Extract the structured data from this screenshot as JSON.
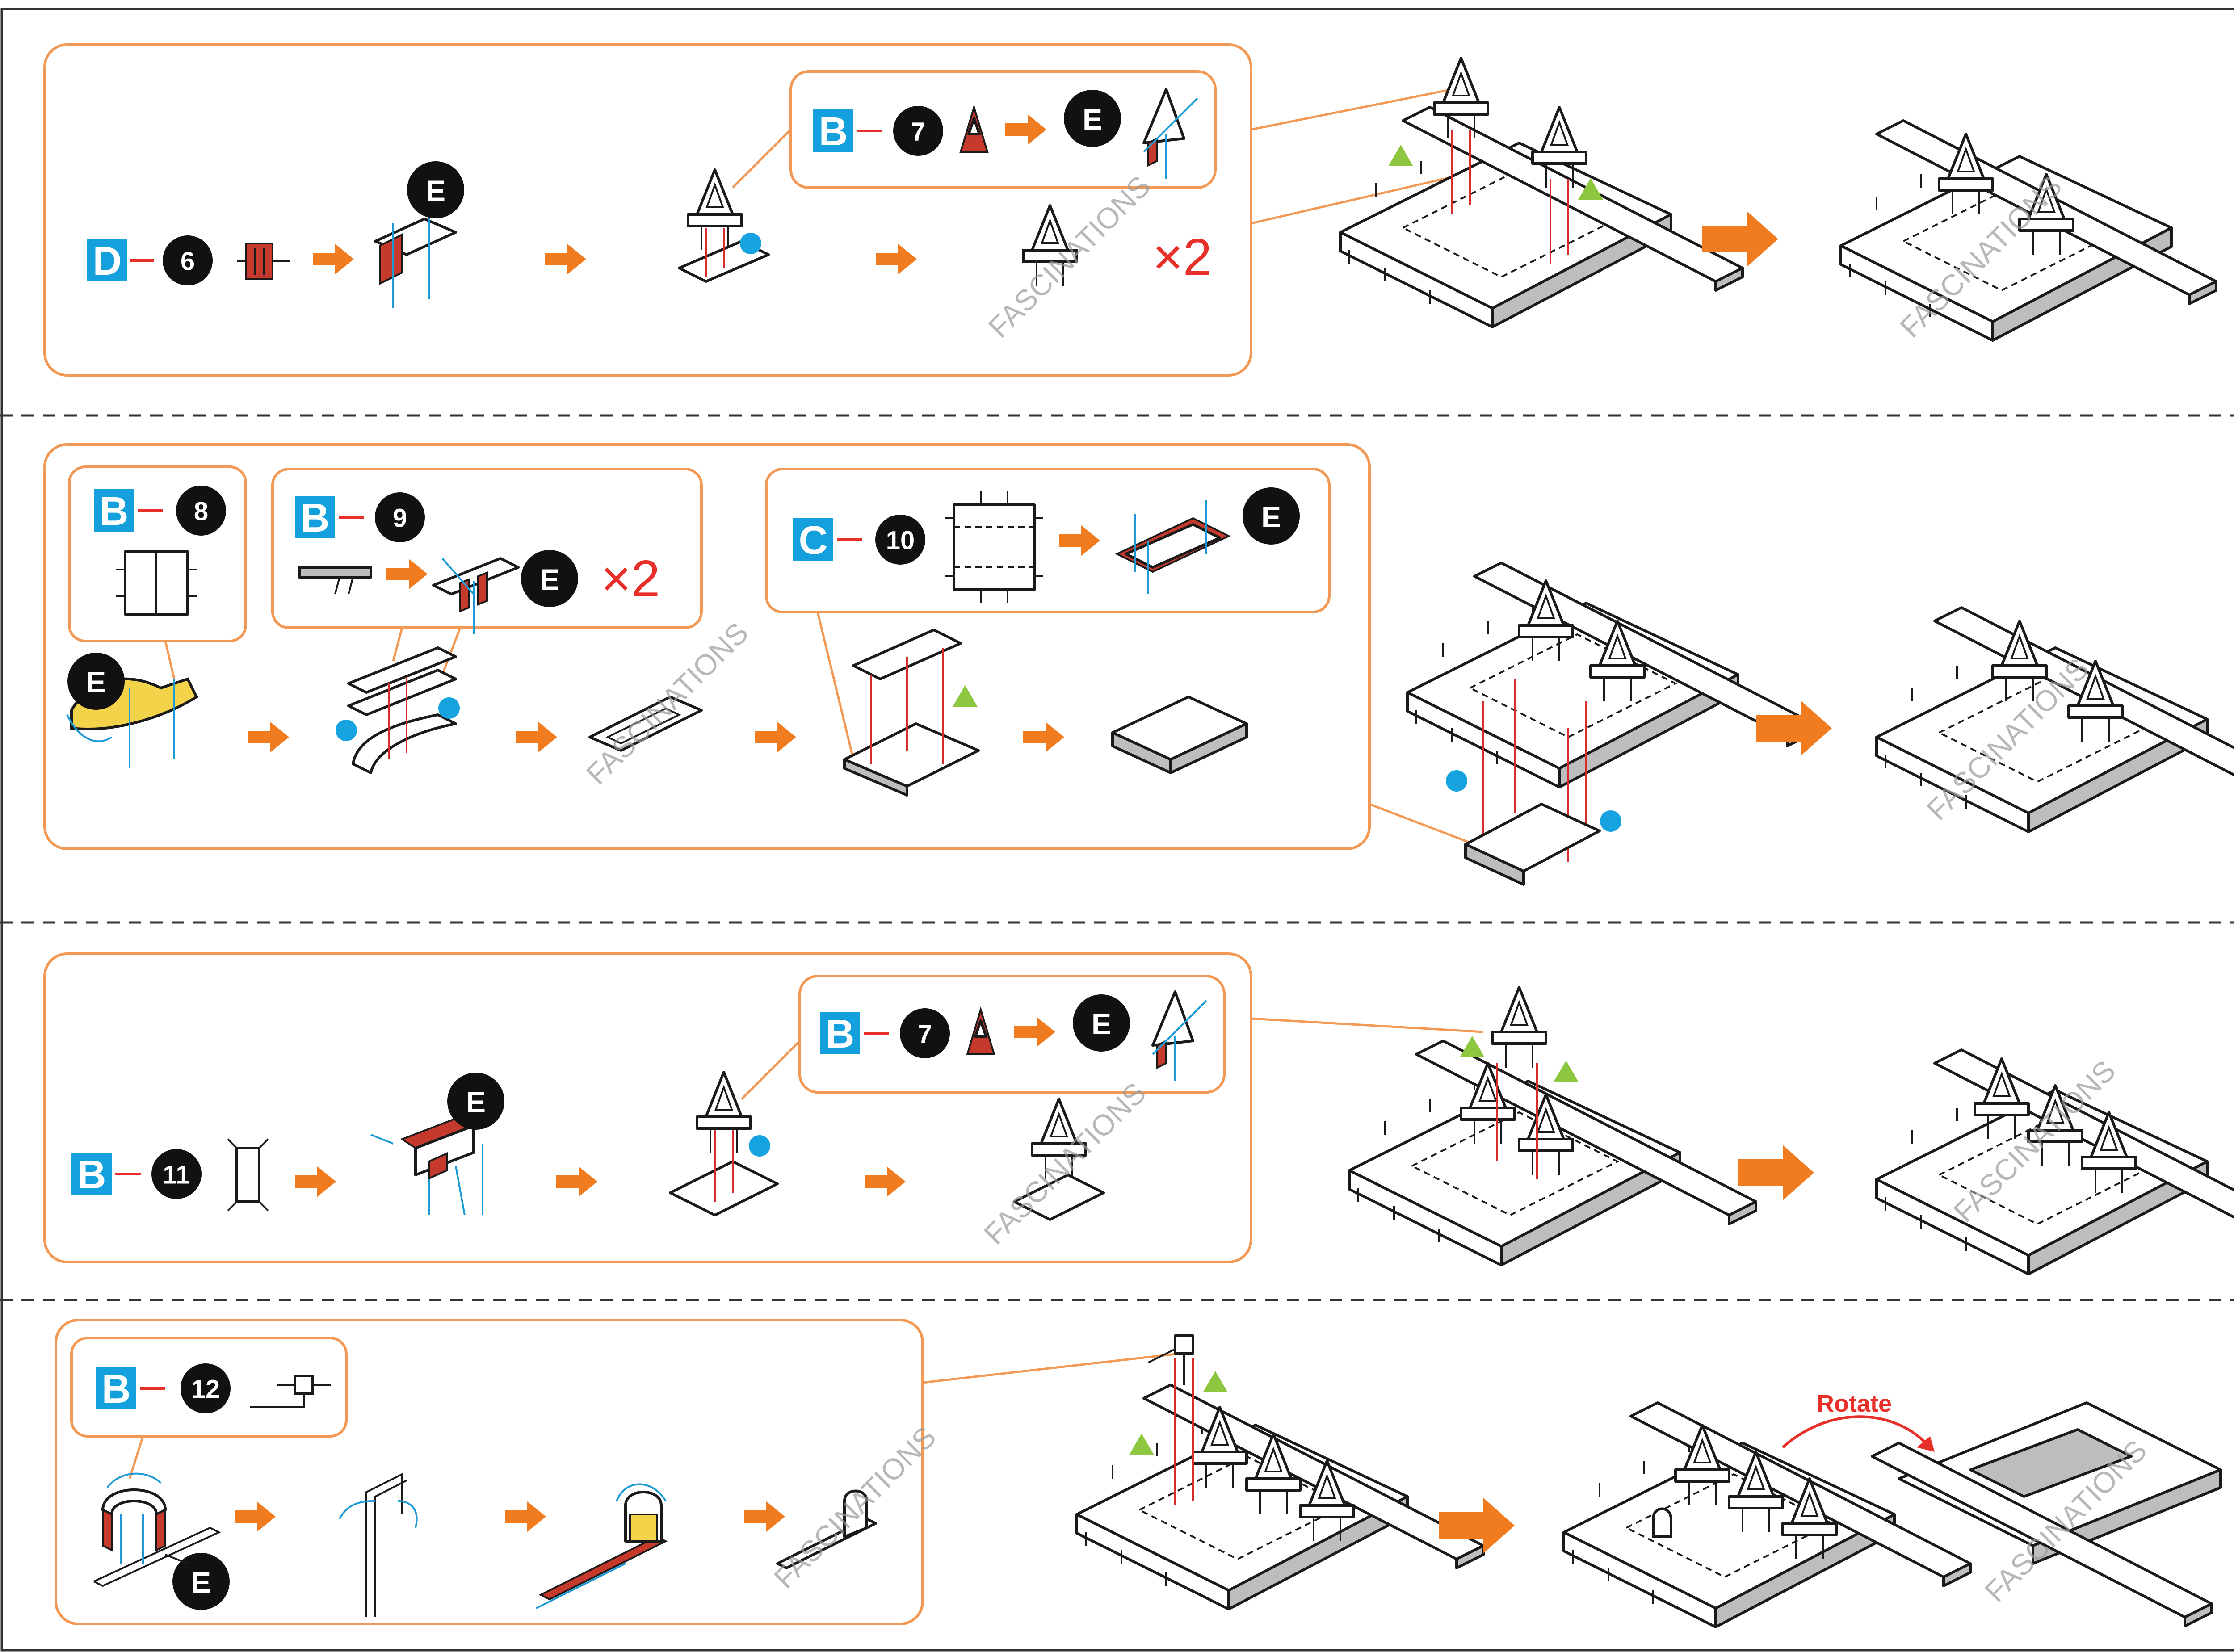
{
  "labels": {
    "r1_part": "D",
    "r1_inset_part": "B",
    "r2_inset1_part": "B",
    "r2_inset2_part": "B",
    "r2_inset3_part": "C",
    "r3_part": "B",
    "r3_inset_part": "B",
    "r4_inset_part": "B"
  },
  "steps": {
    "r1_main": "6",
    "r1_inset": "7",
    "r2_inset1": "8",
    "r2_inset2": "9",
    "r2_inset3": "10",
    "r3_main": "11",
    "r3_inset": "7",
    "r4_inset": "12"
  },
  "glue_badge": "E",
  "multipliers": {
    "r1": "×2",
    "r2": "×2"
  },
  "watermark": "FASCINATIONS",
  "rotate_label": "Rotate",
  "colors": {
    "frame": "#f29a55",
    "label_box": "#13a0dc",
    "step_circle": "#111111",
    "orange_arrow": "#f07c1f",
    "glue_red": "#c63a2e",
    "multiplier_red": "#e8302a",
    "blue_marker": "#16a3e0",
    "green_marker": "#8dc63f"
  },
  "icons": [
    "orange-arrow-icon",
    "big-orange-arrow-icon",
    "blue-dot-marker-icon",
    "green-triangle-marker-icon",
    "glue-badge-icon",
    "rotate-arrow-icon"
  ]
}
